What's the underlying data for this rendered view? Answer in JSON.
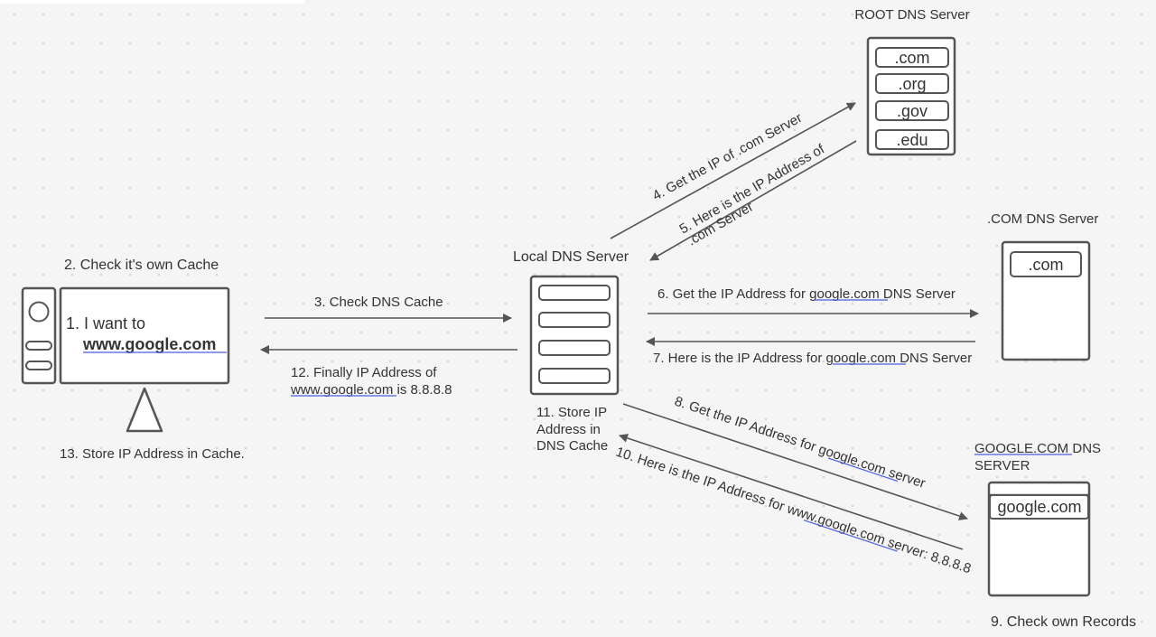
{
  "colors": {
    "background": "#f5f5f5",
    "stroke": "#555555",
    "text": "#333333",
    "link_underline": "#4a5ee0"
  },
  "servers": {
    "root": {
      "title": "ROOT DNS Server",
      "records": [
        ".com",
        ".org",
        ".gov",
        ".edu"
      ]
    },
    "com": {
      "title": ".COM DNS Server",
      "records": [
        ".com"
      ]
    },
    "google": {
      "title_link": "GOOGLE.COM",
      "title_rest": " DNS",
      "title_line2": "SERVER",
      "records": [
        "google.com"
      ]
    },
    "local": {
      "title": "Local DNS Server"
    }
  },
  "client": {
    "screen_line1": "1. I want to",
    "screen_line2": "www.google.com"
  },
  "steps": {
    "s2": "2. Check it's own Cache",
    "s3": "3. Check DNS Cache",
    "s4": "4. Get the IP of .com Server",
    "s5_line1": "5. Here is the IP Address of",
    "s5_line2": ".com Server",
    "s6_pre": "6. Get the IP Address for ",
    "s6_link": "google.com",
    "s6_post": " DNS Server",
    "s7_pre": "7. Here is the IP Address for ",
    "s7_link": "google.com",
    "s7_post": " DNS Server",
    "s8_pre": "8. Get the IP Address for ",
    "s8_link": "google.com",
    "s8_post": " server",
    "s9": "9. Check own Records",
    "s10_pre": "10. Here is the IP Address for ",
    "s10_link": "www.google.com",
    "s10_post": " server: 8.8.8.8",
    "s11_line1": "11. Store IP",
    "s11_line2": "Address in",
    "s11_line3": "DNS Cache",
    "s12_line1": "12. Finally IP Address of",
    "s12_link": "www.google.com",
    "s12_post": " is 8.8.8.8",
    "s13": "13. Store IP Address in Cache."
  }
}
